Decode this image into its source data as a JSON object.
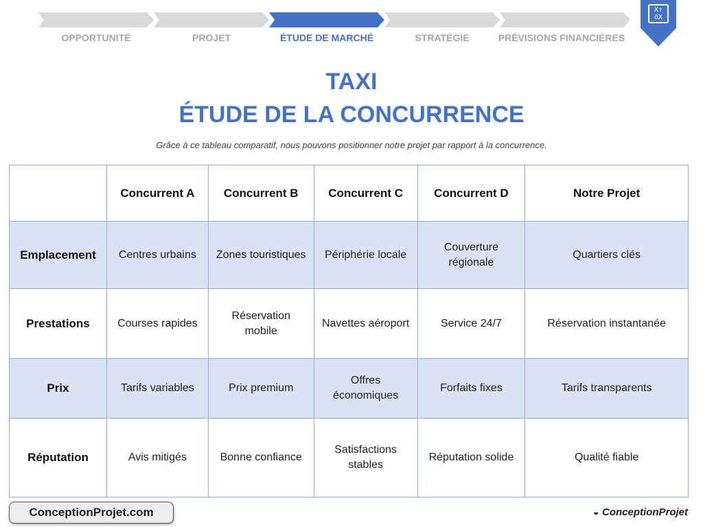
{
  "steps": [
    {
      "label": "OPPORTUNITÉ",
      "active": false
    },
    {
      "label": "PROJET",
      "active": false
    },
    {
      "label": "ÉTUDE DE MARCHÉ",
      "active": true
    },
    {
      "label": "STRATÉGIE",
      "active": false
    },
    {
      "label": "PRÉVISIONS FINANCIÈRES",
      "active": false
    }
  ],
  "banner_icon": "strategy-board-icon",
  "title_line1": "TAXI",
  "title_line2": "ÉTUDE DE LA CONCURRENCE",
  "subtitle": "Grâce à ce tableau comparatif, nous pouvons positionner notre projet par rapport à la concurrence.",
  "table": {
    "headers": [
      "",
      "Concurrent A",
      "Concurrent B",
      "Concurrent C",
      "Concurrent D",
      "Notre Projet"
    ],
    "rows": [
      {
        "label": "Emplacement",
        "cells": [
          "Centres urbains",
          "Zones touristiques",
          "Périphérie locale",
          "Couverture régionale",
          "Quartiers clés"
        ]
      },
      {
        "label": "Prestations",
        "cells": [
          "Courses rapides",
          "Réservation mobile",
          "Navettes aéroport",
          "Service 24/7",
          "Réservation instantanée"
        ]
      },
      {
        "label": "Prix",
        "cells": [
          "Tarifs variables",
          "Prix premium",
          "Offres économiques",
          "Forfaits fixes",
          "Tarifs transparents"
        ]
      },
      {
        "label": "Réputation",
        "cells": [
          "Avis mitigés",
          "Bonne confiance",
          "Satisfactions stables",
          "Réputation solide",
          "Qualité fiable"
        ]
      }
    ]
  },
  "watermark": "ConceptionProjet.com",
  "logo": "ConceptionProjet",
  "colors": {
    "accent": "#4472c4",
    "row_fill": "#dae3f3",
    "inactive": "#d9d9d9"
  }
}
